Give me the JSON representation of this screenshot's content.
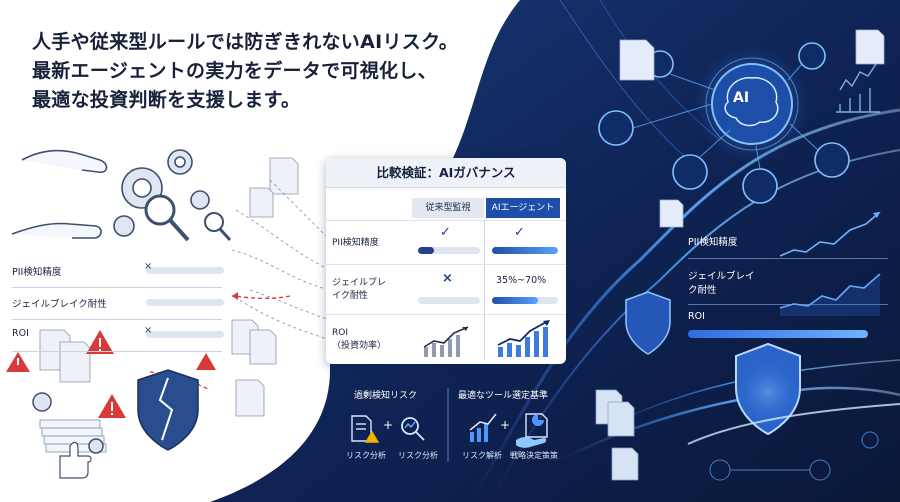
{
  "headline": {
    "line1": "人手や従来型ルールでは防ぎきれないAIリスク。",
    "line2": "最新エージェントの実力をデータで可視化し、",
    "line3": "最適な投資判断を支援します。"
  },
  "left_metrics": [
    {
      "label": "PII検知精度",
      "mark": "×"
    },
    {
      "label": "ジェイルブレイク耐性",
      "mark": ""
    },
    {
      "label": "ROI",
      "mark": "×"
    }
  ],
  "comparison_card": {
    "title": "比較検証：AIガバナンス",
    "col_traditional": "従来型監視",
    "col_ai": "AIエージェント",
    "rows": [
      {
        "label": "PII検知精度",
        "traditional_mark": "✓",
        "ai_mark": "✓"
      },
      {
        "label_line1": "ジェイルブレ",
        "label_line2": "イク耐性",
        "traditional_mark": "×",
        "ai_value": "35%~70%"
      },
      {
        "label_line1": "ROI",
        "label_line2": "（投資効率）"
      }
    ]
  },
  "bottom_card": {
    "left_title": "過剰検知リスク",
    "right_title": "最適なツール選定基準",
    "captions": [
      "リスク分析",
      "リスク分析",
      "リスク解析",
      "戦略決定策策"
    ],
    "plus": "+"
  },
  "right_metrics": [
    {
      "label": "PII検知精度"
    },
    {
      "label_line1": "ジェイルブレイ",
      "label_line2": "ク耐性"
    },
    {
      "label": "ROI"
    }
  ],
  "ai_badge": "AI",
  "colors": {
    "navy": "#0d1d45",
    "accent": "#1f4ea8",
    "alert": "#d83a3a",
    "glow": "#4fa3ff"
  }
}
